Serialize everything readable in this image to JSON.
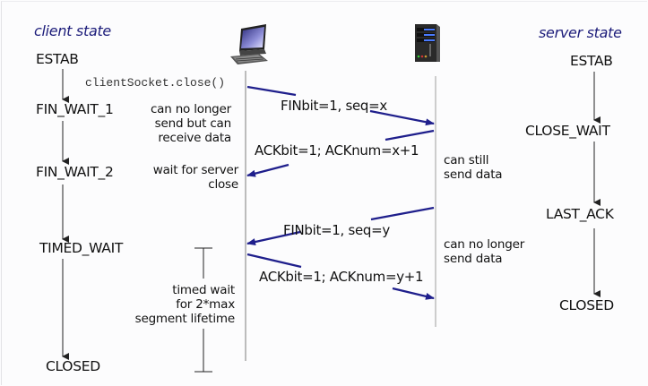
{
  "diagram": {
    "title": "TCP connection close",
    "colors": {
      "arrow": "#1f1f8c",
      "header": "#1c1c7a",
      "timeline": "#9a9a9a",
      "state_arrow": "#222222",
      "text": "#111111"
    },
    "client": {
      "header": "client state",
      "icon": "laptop-computer-icon",
      "call": "clientSocket.close()",
      "states": [
        "ESTAB",
        "FIN_WAIT_1",
        "FIN_WAIT_2",
        "TIMED_WAIT",
        "CLOSED"
      ],
      "notes": [
        {
          "lines": [
            "can no longer",
            "send but can",
            "receive data"
          ]
        },
        {
          "lines": [
            "wait for server",
            "close"
          ]
        }
      ],
      "timed_wait_note": [
        "timed wait",
        "for 2*max",
        "segment lifetime"
      ]
    },
    "server": {
      "header": "server state",
      "icon": "server-tower-icon",
      "states": [
        "ESTAB",
        "CLOSE_WAIT",
        "LAST_ACK",
        "CLOSED"
      ],
      "notes": [
        {
          "lines": [
            "can still",
            "send data"
          ]
        },
        {
          "lines": [
            "can no longer",
            "send data"
          ]
        }
      ]
    },
    "messages": [
      {
        "label": "FINbit=1, seq=x",
        "direction": "client-to-server"
      },
      {
        "label": "ACKbit=1; ACKnum=x+1",
        "direction": "server-to-client"
      },
      {
        "label": "FINbit=1, seq=y",
        "direction": "server-to-client"
      },
      {
        "label": "ACKbit=1; ACKnum=y+1",
        "direction": "client-to-server"
      }
    ]
  }
}
